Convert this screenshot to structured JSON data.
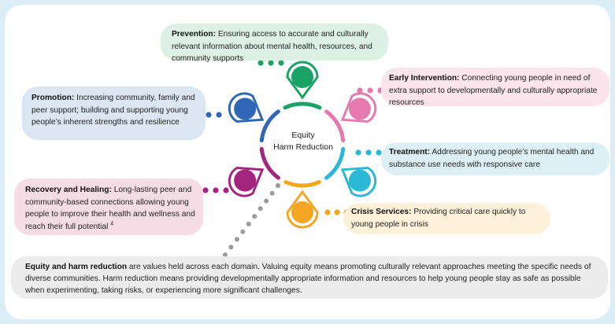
{
  "domains": {
    "prevention": {
      "title": "Prevention:",
      "text": "Ensuring access to accurate and culturally relevant information about mental health, resources, and community supports",
      "color": "#1aa365"
    },
    "early_intervention": {
      "title": "Early Intervention:",
      "text": "Connecting young people in need of extra support to developmentally and culturally appropriate resources",
      "color": "#e47aae"
    },
    "treatment": {
      "title": "Treatment:",
      "text": "Addressing young people’s mental health and substance use needs with responsive care",
      "color": "#2bb8d2"
    },
    "crisis_services": {
      "title": "Crisis Services:",
      "text": "Providing critical care quickly to young people in crisis",
      "color": "#f5a623"
    },
    "recovery": {
      "title": "Recovery and Healing:",
      "text": "Long-lasting peer and community-based connections allowing young people to improve their health and wellness and reach their full potential",
      "footnote": "4",
      "color": "#a3257e"
    },
    "promotion": {
      "title": "Promotion:",
      "text": "Increasing community, family and peer support; building and supporting young people’s inherent strengths and resilience",
      "color": "#2f66b7"
    }
  },
  "center": {
    "line1": "Equity",
    "line2": "Harm Reduction"
  },
  "equity": {
    "title": "Equity and harm reduction",
    "text": "are values held across each domain. Valuing equity means promoting culturally relevant approaches meeting the specific needs of diverse communities. Harm reduction means providing developmentally appropriate information and resources to help young people stay as safe as possible when experimenting, taking risks, or experiencing more significant challenges."
  },
  "colors": {
    "background": "#dbeef7",
    "dots_gray": "#9a9a9a"
  }
}
